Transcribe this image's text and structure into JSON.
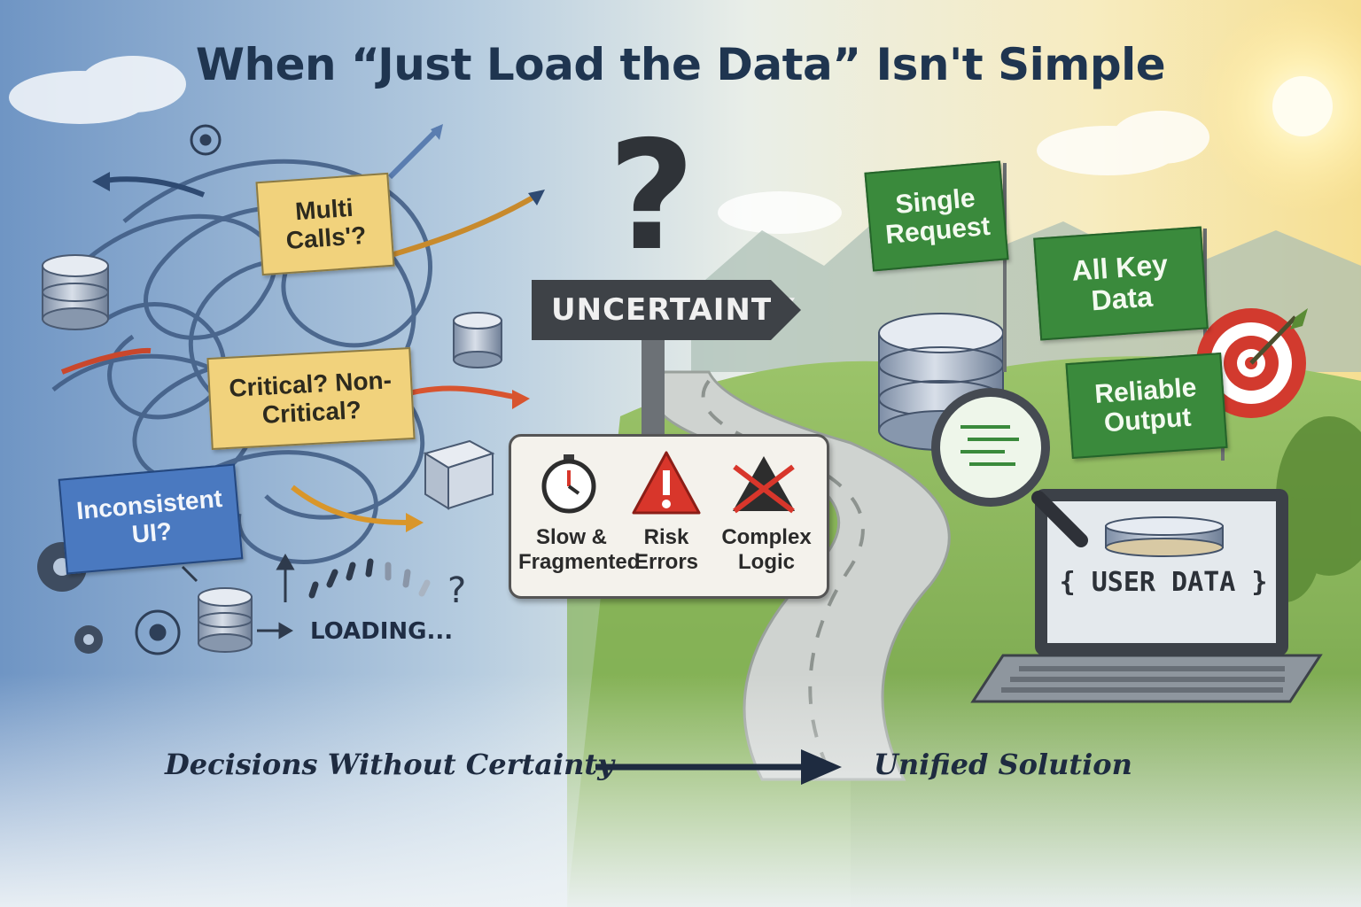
{
  "title": "When “Just Load the Data” Isn't Simple",
  "left": {
    "notes": {
      "multi_calls": "Multi Calls'?",
      "critical": "Critical? Non-Critical?",
      "inconsistent": "Inconsistent UI?"
    },
    "loading": "LOADING..."
  },
  "middle": {
    "sign": "UNCERTAINTY",
    "risks": [
      {
        "icon": "stopwatch-icon",
        "label": "Slow & Fragmented"
      },
      {
        "icon": "warning-icon",
        "label": "Risk Errors"
      },
      {
        "icon": "crossed-triangle-icon",
        "label": "Complex Logic"
      }
    ]
  },
  "right": {
    "flags": [
      "Single Request",
      "All Key Data",
      "Reliable Output"
    ],
    "screen_text": "{ USER DATA }"
  },
  "captions": {
    "from": "Decisions Without Certainty",
    "to": "Unified Solution"
  },
  "colors": {
    "sky_left": "#6f95c4",
    "sky_right": "#f6e6a6",
    "flag_green": "#3a8a3c",
    "note_yellow": "#f1d27c",
    "note_blue": "#4a79c0",
    "sign_dark": "#3e4247",
    "warning_red": "#d8362b"
  }
}
